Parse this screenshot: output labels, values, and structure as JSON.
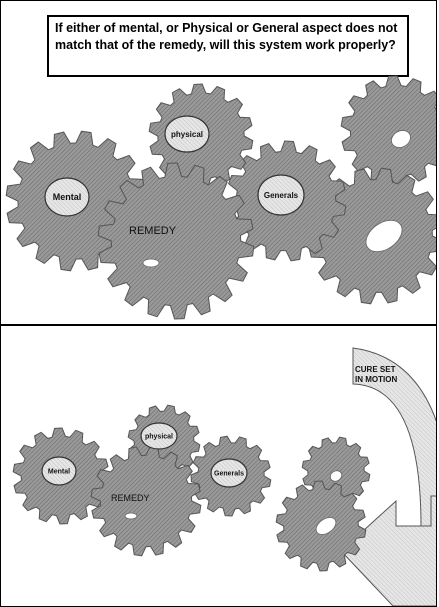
{
  "top": {
    "question": "If either of mental, or Physical or General aspect does not match that of the remedy, will this system work properly?",
    "labels": {
      "mental": "Mental",
      "physical": "physical",
      "generals": "Generals",
      "remedy": "REMEDY"
    }
  },
  "bottom": {
    "labels": {
      "mental": "Mental",
      "physical": "physical",
      "generals": "Generals",
      "remedy": "REMEDY"
    },
    "arrow_text_line1": "CURE SET",
    "arrow_text_line2": "IN MOTION"
  },
  "colors": {
    "gear_fill": "#8f8f8f",
    "gear_stroke": "#555555",
    "label_fill": "#f2f2f2"
  }
}
